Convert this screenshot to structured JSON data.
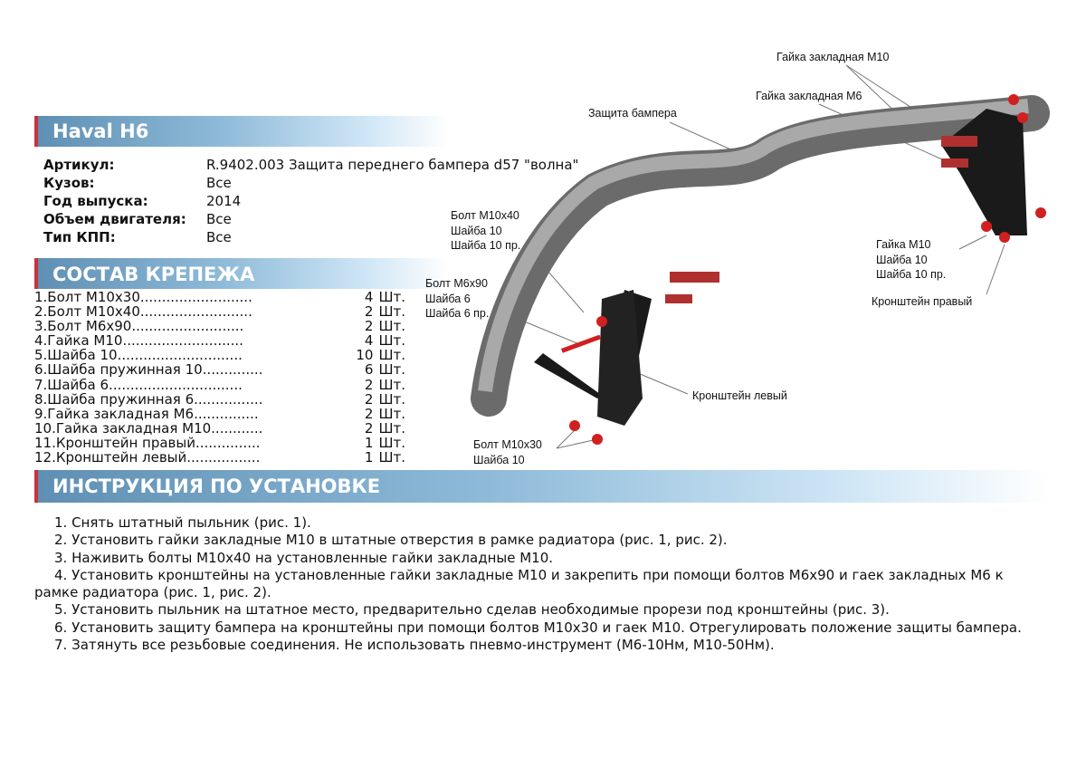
{
  "header": {
    "title": "Haval H6"
  },
  "info": [
    {
      "label": "Артикул:",
      "value": "R.9402.003 Защита переднего бампера d57 \"волна\""
    },
    {
      "label": "Кузов:",
      "value": "Все"
    },
    {
      "label": "Год выпуска:",
      "value": "2014"
    },
    {
      "label": "Объем двигателя:",
      "value": "Все"
    },
    {
      "label": "Тип КПП:",
      "value": "Все"
    }
  ],
  "parts_title": "СОСТАВ КРЕПЕЖА",
  "parts": [
    {
      "name": "1.Болт М10х30..........................",
      "qty": "4",
      "unit": "Шт."
    },
    {
      "name": "2.Болт М10х40..........................",
      "qty": "2",
      "unit": "Шт."
    },
    {
      "name": "3.Болт М6х90..........................",
      "qty": "2",
      "unit": "Шт."
    },
    {
      "name": "4.Гайка М10............................",
      "qty": "4",
      "unit": "Шт."
    },
    {
      "name": "5.Шайба 10.............................",
      "qty": "10",
      "unit": "Шт."
    },
    {
      "name": "6.Шайба пружинная 10..............",
      "qty": "6",
      "unit": "Шт."
    },
    {
      "name": "7.Шайба 6...............................",
      "qty": "2",
      "unit": "Шт."
    },
    {
      "name": "8.Шайба пружинная 6................",
      "qty": "2",
      "unit": "Шт."
    },
    {
      "name": "9.Гайка закладная М6...............",
      "qty": "2",
      "unit": "Шт."
    },
    {
      "name": "10.Гайка закладная М10............",
      "qty": "2",
      "unit": "Шт."
    },
    {
      "name": "11.Кронштейн правый...............",
      "qty": "1",
      "unit": "Шт."
    },
    {
      "name": "12.Кронштейн левый.................",
      "qty": "1",
      "unit": "Шт."
    }
  ],
  "instr_title": "ИНСТРУКЦИЯ ПО УСТАНОВКЕ",
  "instructions": [
    "1. Снять штатный пыльник (рис. 1).",
    "2. Установить гайки закладные М10 в штатные отверстия в рамке радиатора (рис. 1, рис. 2).",
    "3. Наживить болты М10х40 на установленные гайки закладные М10.",
    "4. Установить кронштейны на установленные гайки закладные М10 и закрепить при помощи болтов М6х90 и гаек закладных М6 к рамке радиатора (рис. 1, рис. 2).",
    "5. Установить пыльник на штатное место, предварительно сделав необходимые прорези под кронштейны (рис. 3).",
    "6. Установить защиту бампера на кронштейны при помощи болтов М10х30 и гаек М10. Отрегулировать положение защиты бампера.",
    "7. Затянуть все резьбовые соединения. Не использовать пневмо-инструмент (М6-10Нм, М10-50Нм)."
  ],
  "diagram": {
    "nut_m10": "Гайка закладная М10",
    "nut_m6": "Гайка закладная М6",
    "guard": "Защита бампера",
    "bolt_m10x40": [
      "Болт М10х40",
      "Шайба 10",
      "Шайба 10 пр."
    ],
    "bolt_m6x90": [
      "Болт М6х90",
      "Шайба 6",
      "Шайба 6 пр."
    ],
    "nut_right": [
      "Гайка М10",
      "Шайба 10",
      "Шайба 10 пр."
    ],
    "bracket_right": "Кронштейн правый",
    "bracket_left": "Кронштейн левый",
    "bolt_m10x30": [
      "Болт М10х30",
      "Шайба 10"
    ]
  }
}
